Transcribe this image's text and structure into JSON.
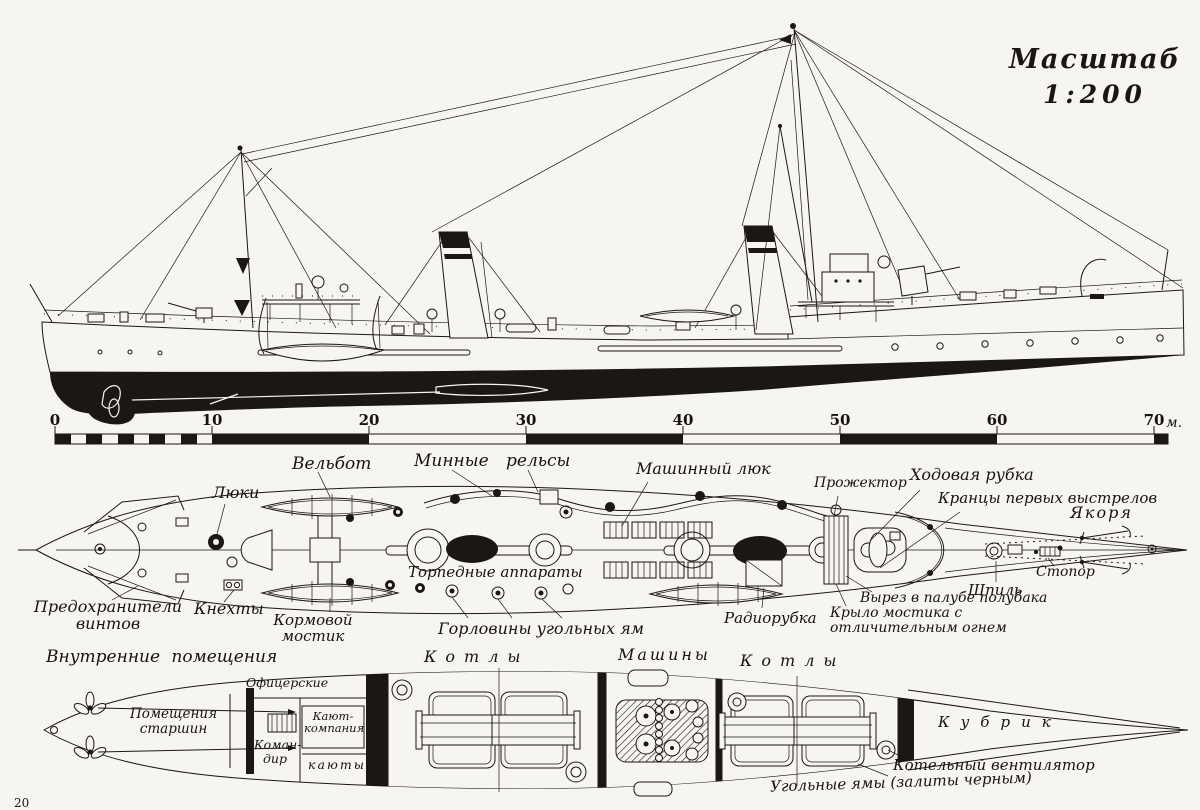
{
  "colors": {
    "paper": "#f7f5f0",
    "ink": "#1b1813"
  },
  "title": {
    "word": "Масштаб",
    "ratio": "1:200"
  },
  "page": {
    "number": "20"
  },
  "scale_bar": {
    "ticks": [
      "0",
      "10",
      "20",
      "30",
      "40",
      "50",
      "60",
      "70"
    ],
    "unit": "м."
  },
  "deck_plan": {
    "labels": {
      "hatches": "Люки",
      "whaleboat": "Вельбот",
      "mine_rails_1": "Минные",
      "mine_rails_2": "рельсы",
      "engine_hatch": "Машинный люк",
      "searchlight": "Прожектор",
      "wheelhouse": "Ходовая рубка",
      "ready_racks": "Кранцы первых выстрелов",
      "anchors": "Якоря",
      "prop_guards": "Предохранители\nвинтов",
      "bollards": "Кнехты",
      "aft_bridge": "Кормовой\nмостик",
      "torpedo_tubes": "Торпедные аппараты",
      "coal_manholes": "Горловины угольных ям",
      "radio_room": "Радиорубка",
      "bridge_wing": "Крыло мостика с\nотличительным огнем",
      "deck_cutout": "Вырез в палубе полубака",
      "capstan": "Шпиль",
      "stopper": "Стопор"
    }
  },
  "interior_plan": {
    "labels": {
      "header": "Внутренние помещения",
      "boilers_aft": "Котлы",
      "engines": "Машины",
      "boilers_fwd": "Котлы",
      "po_starshin": "Помещения\nстаршин",
      "officers": "Офицерские",
      "wardroom": "Кают-\nкомпания",
      "commander": "Коман-\nдир",
      "cabins": "каюты",
      "crew_quarters": "Кубрик",
      "boiler_fan": "Котельный вентилятор",
      "coal_pits": "Угольные ямы (залиты черным)"
    }
  }
}
